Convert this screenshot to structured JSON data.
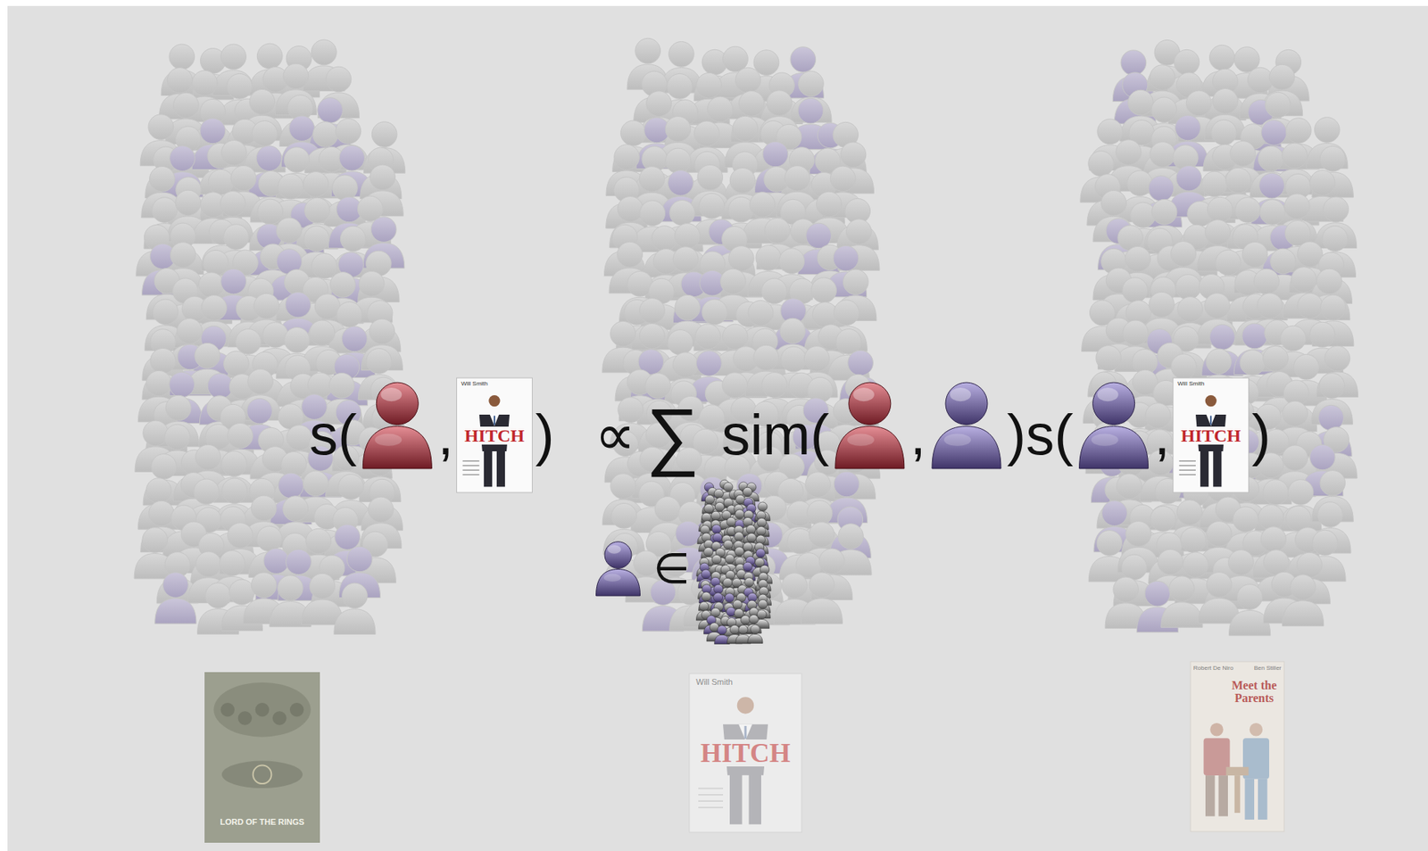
{
  "diagram": {
    "labels": [
      "s(",
      ",",
      ")",
      "∝",
      "∑",
      "sim(",
      ",",
      ")s(",
      ",",
      ")",
      "∈",
      "Will Smith",
      "HITCH",
      "Will Smith",
      "HITCH",
      "LORD OF THE RINGS",
      "Will Smith",
      "HITCH",
      "Robert De Niro",
      "Ben Stiller",
      "Meet the Parents"
    ]
  }
}
